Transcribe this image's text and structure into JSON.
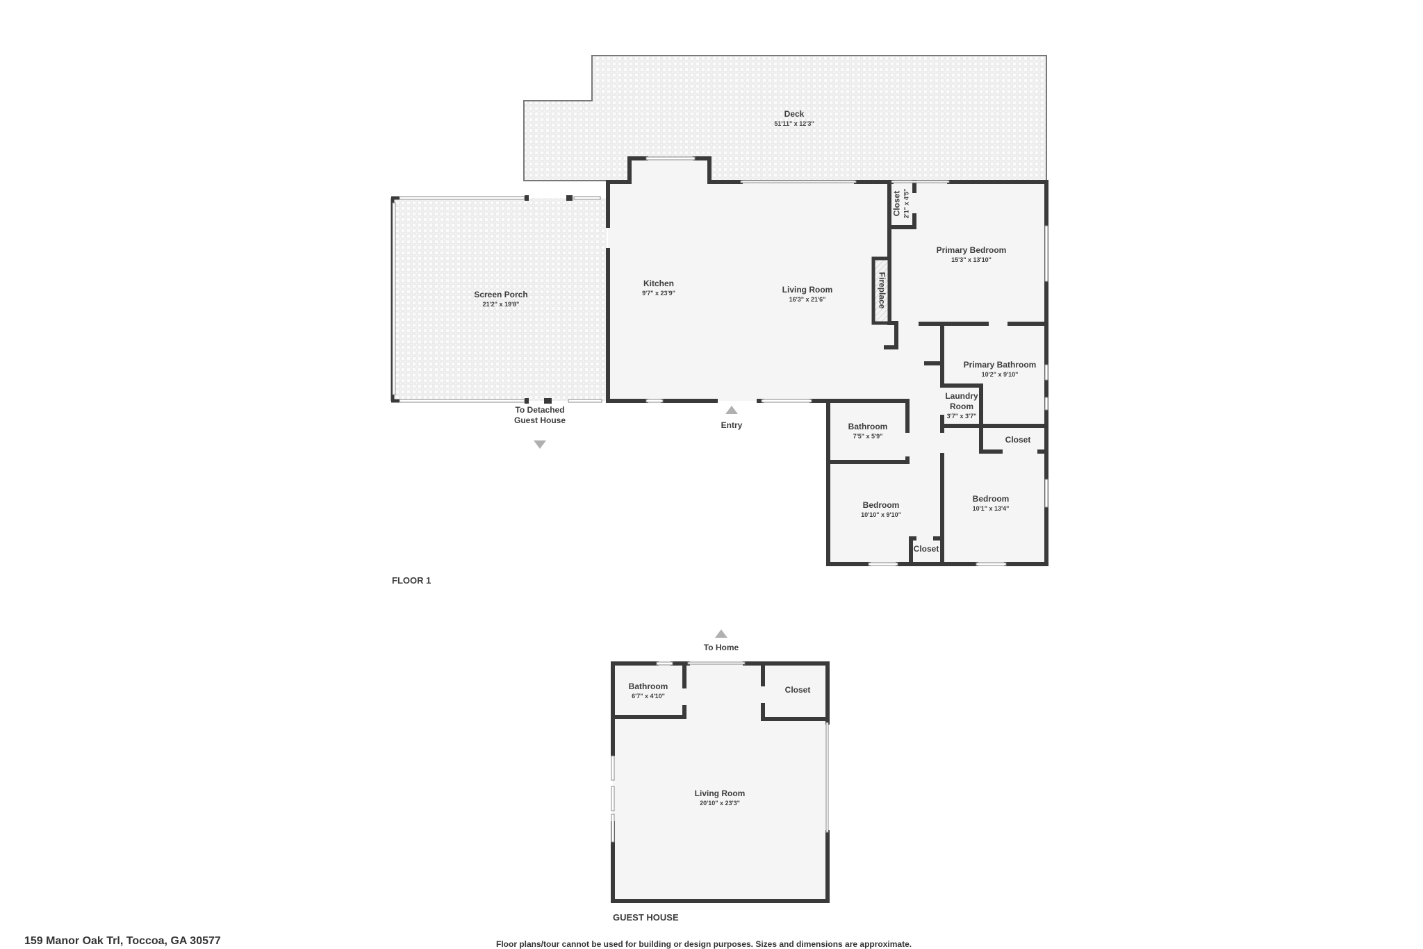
{
  "floors": [
    {
      "title": "FLOOR 1",
      "rooms": [
        {
          "name": "Deck",
          "dims": "51'11\" x 12'3\""
        },
        {
          "name": "Screen Porch",
          "dims": "21'2\" x 19'8\""
        },
        {
          "name": "Kitchen",
          "dims": "9'7\" x 23'9\""
        },
        {
          "name": "Living Room",
          "dims": "16'3\" x 21'6\""
        },
        {
          "name": "Fireplace",
          "dims": ""
        },
        {
          "name": "Closet",
          "dims": "2'1\" x 4'5\""
        },
        {
          "name": "Primary Bedroom",
          "dims": "15'3\" x 13'10\""
        },
        {
          "name": "Primary Bathroom",
          "dims": "10'2\" x 9'10\""
        },
        {
          "name": "Laundry Room",
          "dims": "3'7\" x 3'7\""
        },
        {
          "name": "Bathroom",
          "dims": "7'5\" x 5'9\""
        },
        {
          "name": "Closet",
          "dims": ""
        },
        {
          "name": "Bedroom",
          "dims": "10'10\" x 9'10\""
        },
        {
          "name": "Closet",
          "dims": ""
        },
        {
          "name": "Bedroom",
          "dims": "10'1\" x 13'4\""
        }
      ],
      "markers": [
        {
          "label": "To Detached Guest House",
          "direction": "down"
        },
        {
          "label": "Entry",
          "direction": "up"
        }
      ]
    },
    {
      "title": "GUEST HOUSE",
      "rooms": [
        {
          "name": "Bathroom",
          "dims": "6'7\" x 4'10\""
        },
        {
          "name": "Closet",
          "dims": ""
        },
        {
          "name": "Living Room",
          "dims": "20'10\" x 23'3\""
        }
      ],
      "markers": [
        {
          "label": "To Home",
          "direction": "up"
        }
      ]
    }
  ],
  "footer": {
    "address": "159 Manor Oak Trl, Toccoa, GA 30577",
    "disclaimer": "Floor plans/tour cannot be used for building or design purposes. Sizes and dimensions are approximate."
  },
  "colors": {
    "wall": "#3a3a3a",
    "floor": "#f5f5f5",
    "outdoor_pattern": "#e4e4e4",
    "marker": "#b0b0b0",
    "text": "#3d3d3d"
  }
}
